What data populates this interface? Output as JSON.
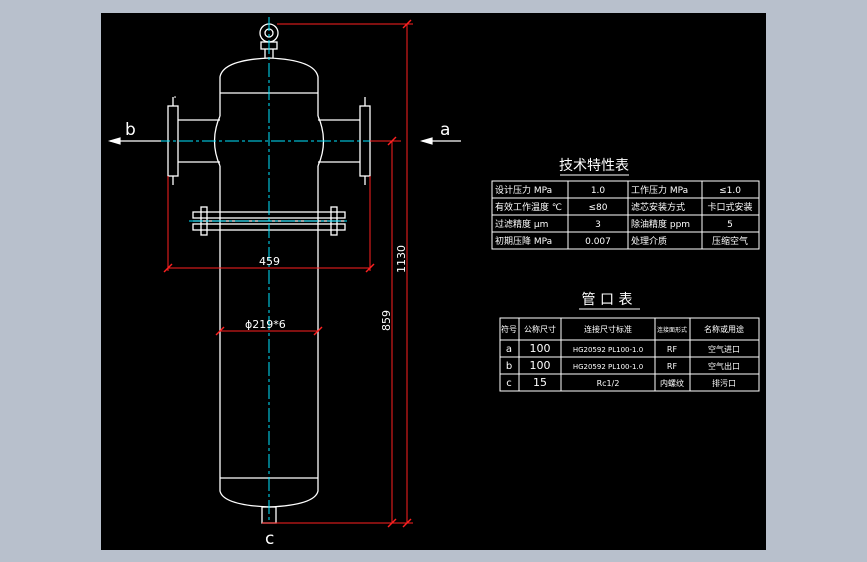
{
  "colors": {
    "background": "#000000",
    "frame": "#b8c0cc",
    "line": "#ffffff",
    "center_line": "#00ffff",
    "dimension": "#ff2020",
    "table": "#ffffff"
  },
  "ports": {
    "a": "a",
    "b": "b",
    "c": "c"
  },
  "dimensions": {
    "width_459": "459",
    "dia": "ϕ219*6",
    "height_859": "859",
    "height_1130": "1130"
  },
  "tech_table": {
    "title": "技术特性表",
    "rows": [
      [
        "设计压力 MPa",
        "1.0",
        "工作压力 MPa",
        "≤1.0"
      ],
      [
        "有效工作温度 ℃",
        "≤80",
        "滤芯安装方式",
        "卡口式安装"
      ],
      [
        "过滤精度 μm",
        "3",
        "除油精度 ppm",
        "5"
      ],
      [
        "初期压降 MPa",
        "0.007",
        "处理介质",
        "压缩空气"
      ]
    ]
  },
  "nozzle_table": {
    "title": "管 口 表",
    "headers": [
      "符号",
      "公称尺寸",
      "连接尺寸标准",
      "连接面形式",
      "名称或用途"
    ],
    "rows": [
      [
        "a",
        "100",
        "HG20592 PL100-1.0",
        "RF",
        "空气进口"
      ],
      [
        "b",
        "100",
        "HG20592 PL100-1.0",
        "RF",
        "空气出口"
      ],
      [
        "c",
        "15",
        "Rc1/2",
        "内螺纹",
        "排污口"
      ]
    ]
  }
}
